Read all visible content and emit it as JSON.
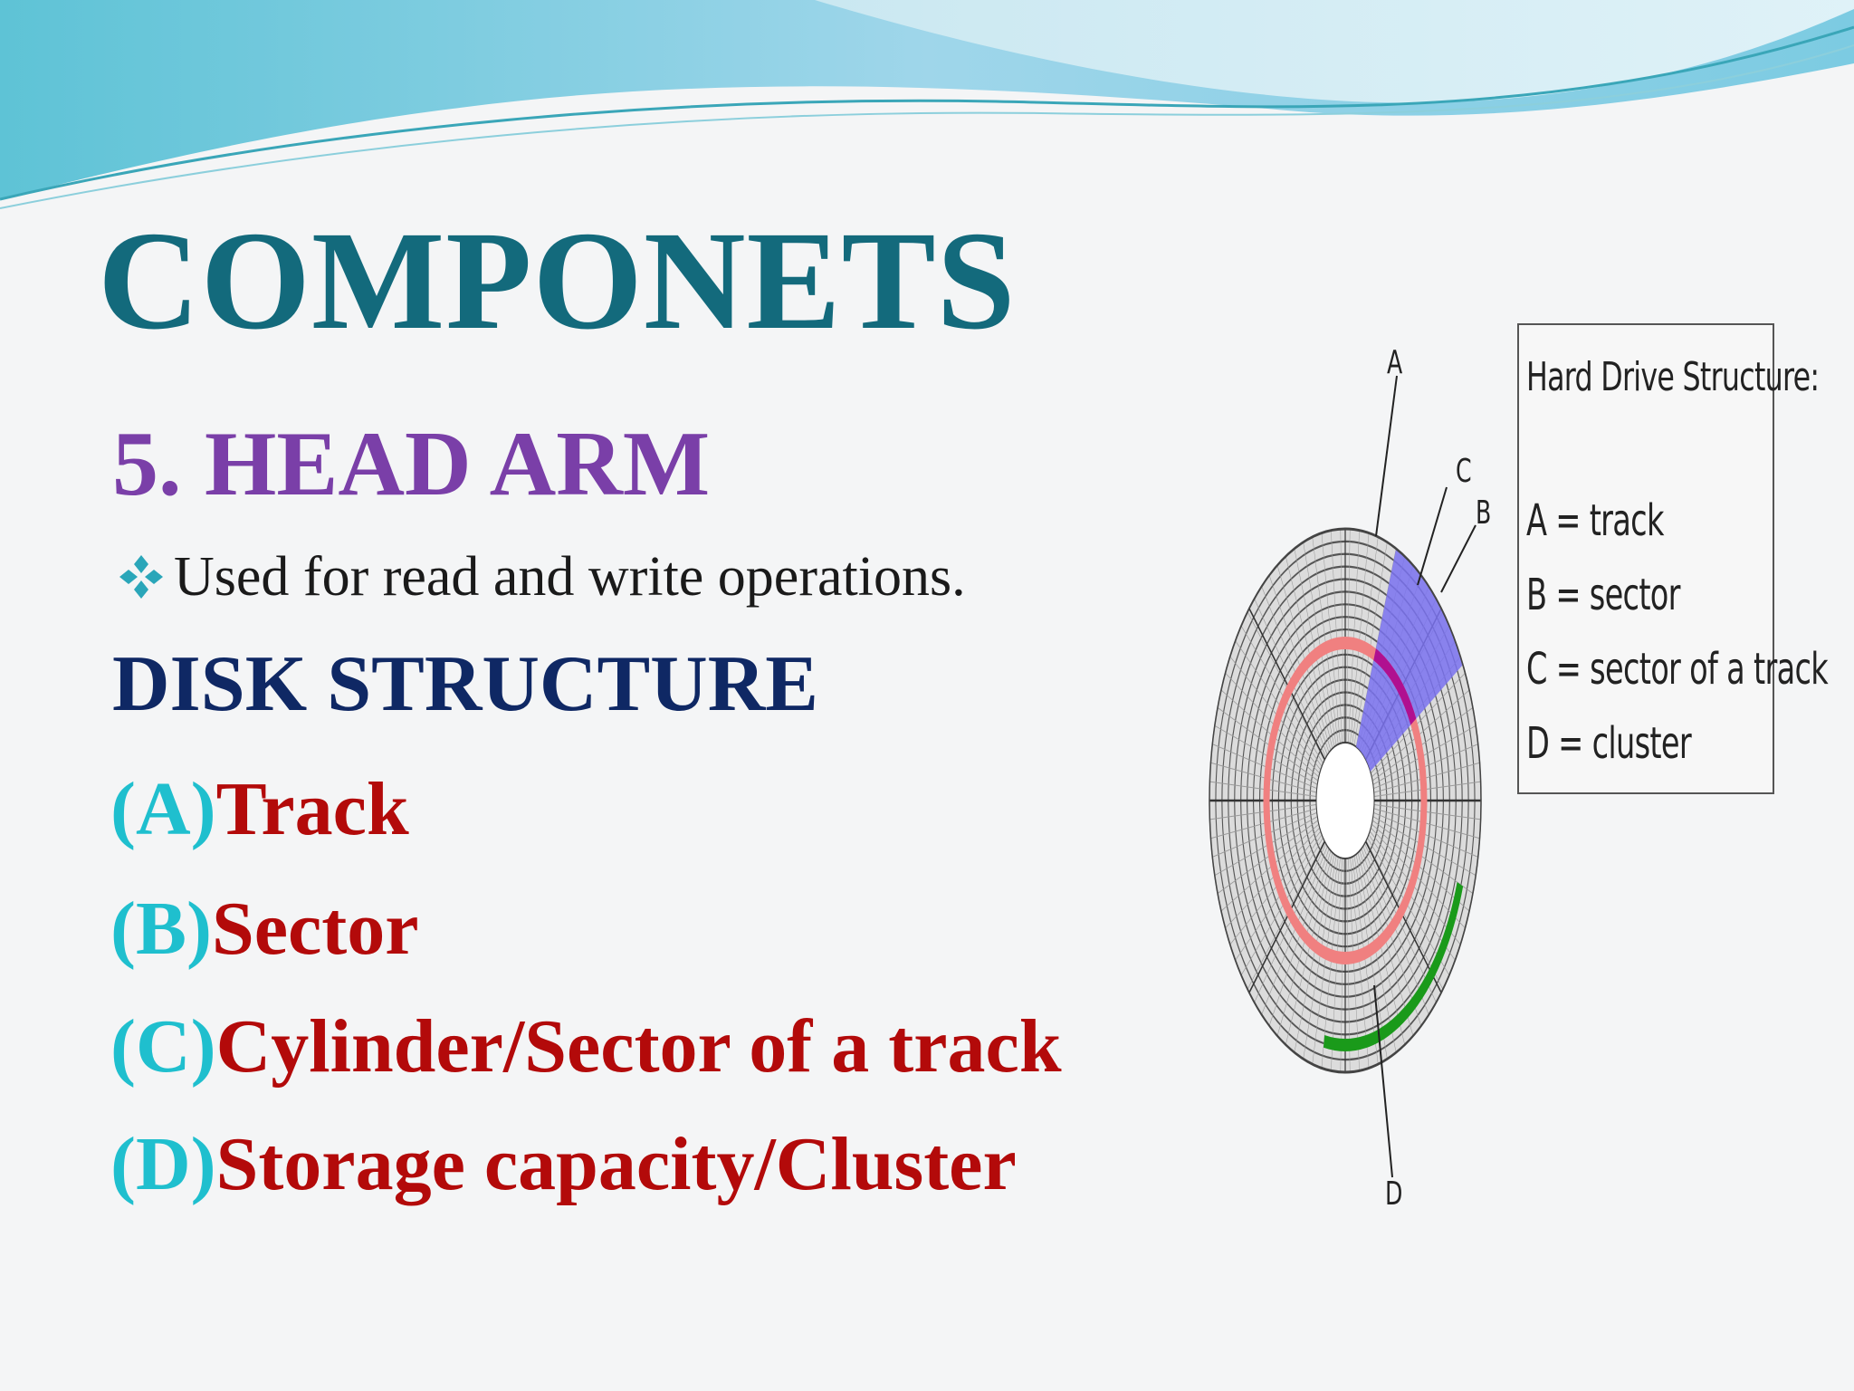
{
  "slide": {
    "title": "COMPONETS",
    "subtitle": "5. HEAD ARM",
    "bullet": "Used for read and write operations.",
    "section": "DISK STRUCTURE",
    "items": [
      {
        "tag": "(A)",
        "text": "Track"
      },
      {
        "tag": "(B)",
        "text": "Sector"
      },
      {
        "tag": "(C)",
        "text": "Cylinder/Sector of a track"
      },
      {
        "tag": "(D)",
        "text": "Storage capacity/Cluster"
      }
    ]
  },
  "diagram": {
    "labels": {
      "a": "A",
      "b": "B",
      "c": "C",
      "d": "D"
    },
    "legend": {
      "title": "Hard Drive Structure:",
      "lines": [
        "A = track",
        "B = sector",
        "C = sector of a track",
        "D = cluster"
      ]
    },
    "colors": {
      "track_highlight": "#f08080",
      "sector_highlight": "#7a72f0",
      "cluster_highlight": "#1a9a1a",
      "intersection": "#b01090"
    }
  },
  "colors": {
    "title": "#136a7c",
    "subtitle": "#7a3fa8",
    "section": "#0f2864",
    "item_tag": "#1fbfce",
    "item_text": "#b30a0a"
  }
}
